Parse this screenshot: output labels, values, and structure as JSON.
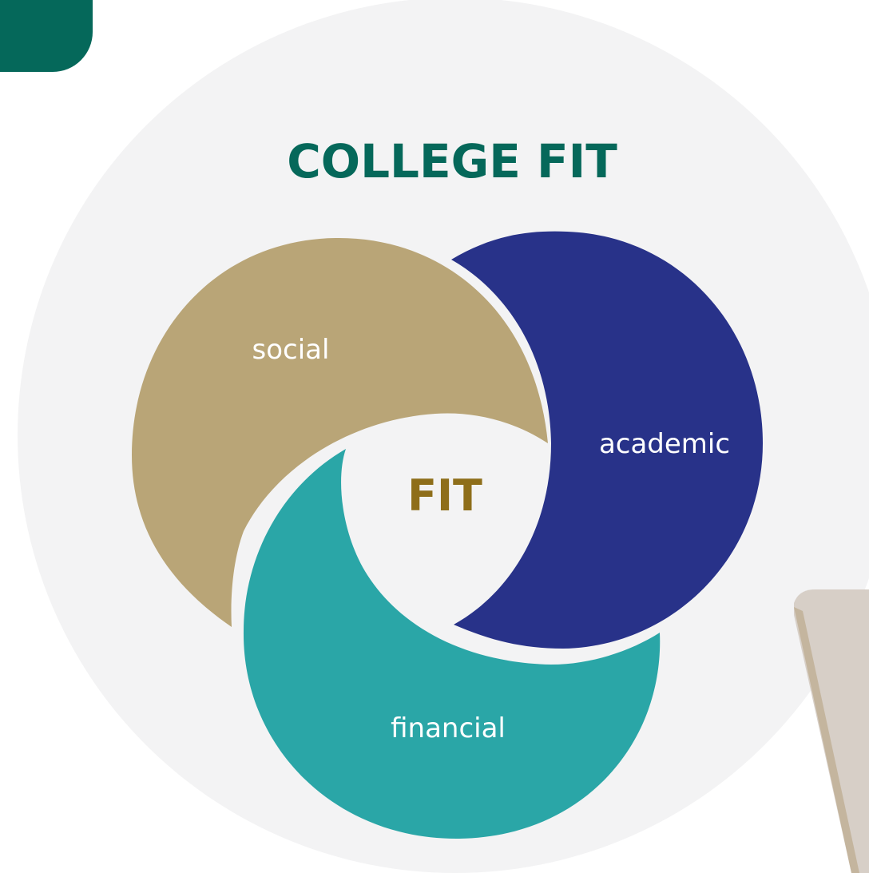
{
  "title": "COLLEGE FIT",
  "center_label": "FIT",
  "segments": [
    {
      "id": "social",
      "label": "social"
    },
    {
      "id": "academic",
      "label": "academic"
    },
    {
      "id": "financial",
      "label": "financial"
    }
  ],
  "colors": {
    "accent_green": "#05685a",
    "background_circle": "#f3f3f4",
    "social": "#b9a577",
    "academic": "#283289",
    "financial": "#2aa6a7",
    "center_text": "#8e6e1a",
    "segment_text": "#ffffff",
    "device": "#d7cfc7"
  }
}
